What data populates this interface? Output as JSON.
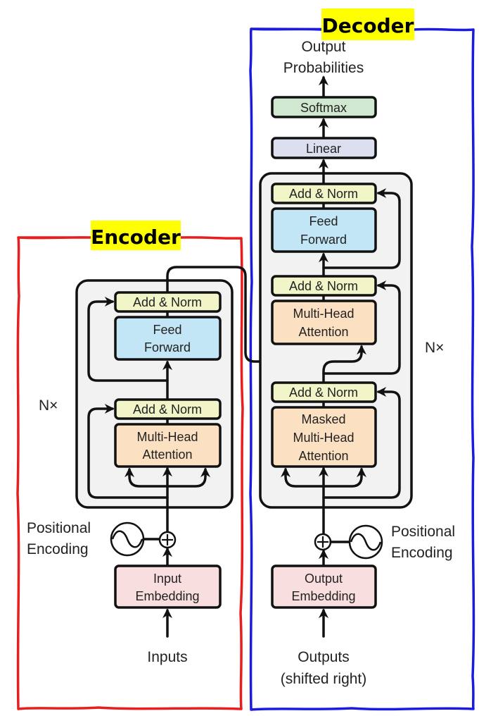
{
  "colors": {
    "encoder_frame": "#e81d1d",
    "decoder_frame": "#1a1ae0",
    "label_highlight": "#ffff00",
    "block_bg": "#f2f2f2",
    "add_norm": "#f1f5c8",
    "feed_forward": "#c3e6f6",
    "attention": "#fce0c2",
    "embedding": "#f8dede",
    "softmax": "#cfe8cf",
    "linear": "#dcdff0"
  },
  "encoder": {
    "title": "Encoder",
    "repeat_label": "N×",
    "add_norm_top": "Add & Norm",
    "feed_forward": [
      "Feed",
      "Forward"
    ],
    "add_norm_bottom": "Add & Norm",
    "attention": [
      "Multi-Head",
      "Attention"
    ],
    "positional_encoding": [
      "Positional",
      "Encoding"
    ],
    "embedding": [
      "Input",
      "Embedding"
    ],
    "input_label": "Inputs"
  },
  "decoder": {
    "title": "Decoder",
    "output_label": [
      "Output",
      "Probabilities"
    ],
    "softmax": "Softmax",
    "linear": "Linear",
    "add_norm_top": "Add & Norm",
    "feed_forward": [
      "Feed",
      "Forward"
    ],
    "add_norm_mid": "Add & Norm",
    "cross_attention": [
      "Multi-Head",
      "Attention"
    ],
    "add_norm_bottom": "Add & Norm",
    "masked_attention": [
      "Masked",
      "Multi-Head",
      "Attention"
    ],
    "repeat_label": "N×",
    "positional_encoding": [
      "Positional",
      "Encoding"
    ],
    "embedding": [
      "Output",
      "Embedding"
    ],
    "input_label": [
      "Outputs",
      "(shifted right)"
    ]
  }
}
